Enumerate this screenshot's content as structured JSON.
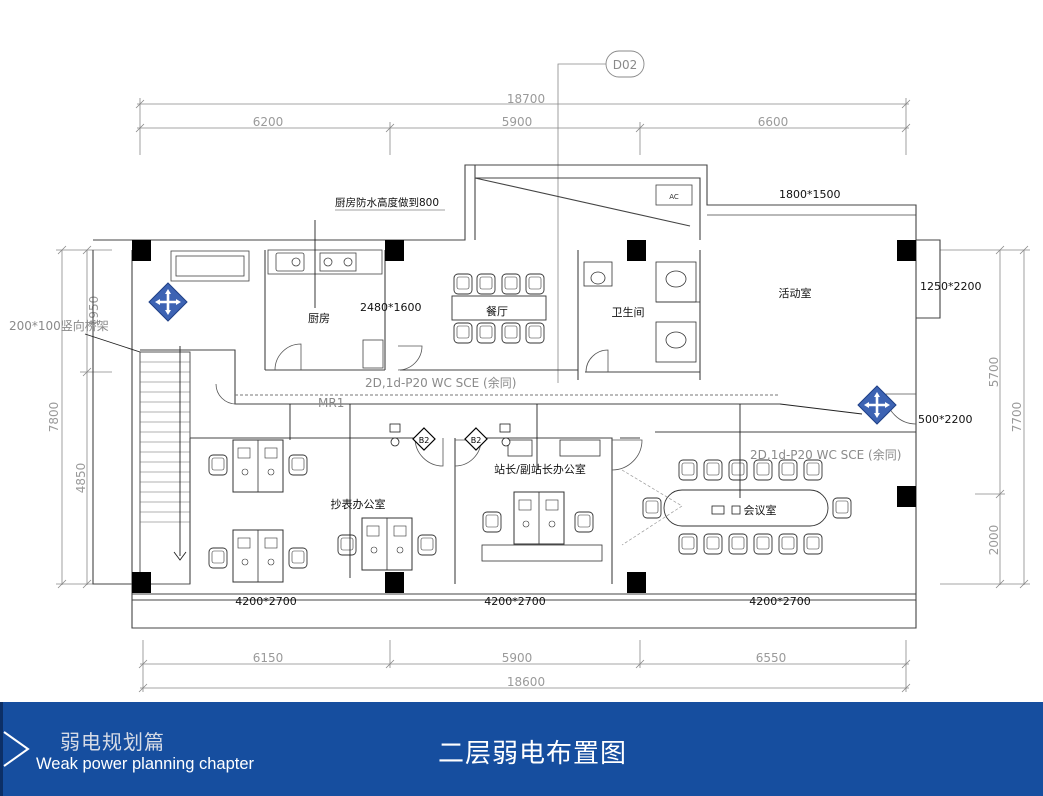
{
  "drawing": {
    "detail_marker": "D02",
    "dims_top": {
      "overall": "18700",
      "segments": [
        "6200",
        "5900",
        "6600"
      ]
    },
    "dims_bottom": {
      "overall": "18600",
      "segments": [
        "6150",
        "5900",
        "6550"
      ]
    },
    "dims_left": [
      "1950",
      "7800",
      "4850"
    ],
    "dims_right": [
      "5700",
      "7700",
      "2000"
    ],
    "window_sizes": [
      "1800*1500",
      "1250*2200",
      "2480*1600",
      "500*2200",
      "4200*2700",
      "4200*2700",
      "4200*2700"
    ],
    "notes": {
      "kitchen_waterproof": "厨房防水高度做到800",
      "cable_tray": "200*100竖向桥架",
      "route_1": "2D,1d-P20 WC SCE (余同)",
      "route_2": "2D,1d-P20 WC SCE (余同)",
      "mr": "MR1",
      "ac": "AC"
    },
    "rooms": {
      "kitchen": "厨房",
      "dining": "餐厅",
      "restroom": "卫生间",
      "activity": "活动室",
      "meter_office": "抄表办公室",
      "manager_office": "站长/副站长办公室",
      "meeting": "会议室"
    },
    "markers": [
      "B2",
      "B2"
    ]
  },
  "footer": {
    "subtitle_cn": "弱电规划篇",
    "subtitle_en": "Weak power planning chapter",
    "title": "二层弱电布置图",
    "colors": {
      "band": "#164e9f",
      "edge": "#0c2f66",
      "ap_icon": "#3d63b3"
    }
  }
}
